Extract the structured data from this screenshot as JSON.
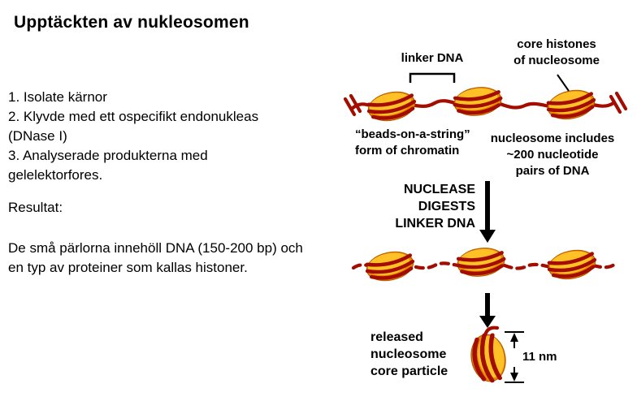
{
  "slide": {
    "title": "Upptäckten av nukleosomen",
    "steps": [
      "1. Isolate kärnor",
      "2. Klyvde med ett ospecifikt endonukleas (DNase I)",
      "3. Analyserade produkterna med gelelektorfores."
    ],
    "result_heading": "Resultat:",
    "result_text": "De små pärlorna innehöll DNA (150-200 bp) och en typ av proteiner som kallas histoner."
  },
  "diagram": {
    "linker_dna_label": "linker DNA",
    "core_histones_label": [
      "core histones",
      "of nucleosome"
    ],
    "beads_label": [
      "“beads-on-a-string”",
      "form of chromatin"
    ],
    "includes_label": [
      "nucleosome includes",
      "~200 nucleotide",
      "pairs of DNA"
    ],
    "nuclease_label": [
      "NUCLEASE",
      "DIGESTS",
      "LINKER DNA"
    ],
    "released_label": [
      "released",
      "nucleosome",
      "core particle"
    ],
    "size_label": "11 nm",
    "colors": {
      "dna_red": "#a30d00",
      "histone_yellow": "#ffc125",
      "histone_orange": "#e98a00",
      "arrow_black": "#000000"
    }
  }
}
